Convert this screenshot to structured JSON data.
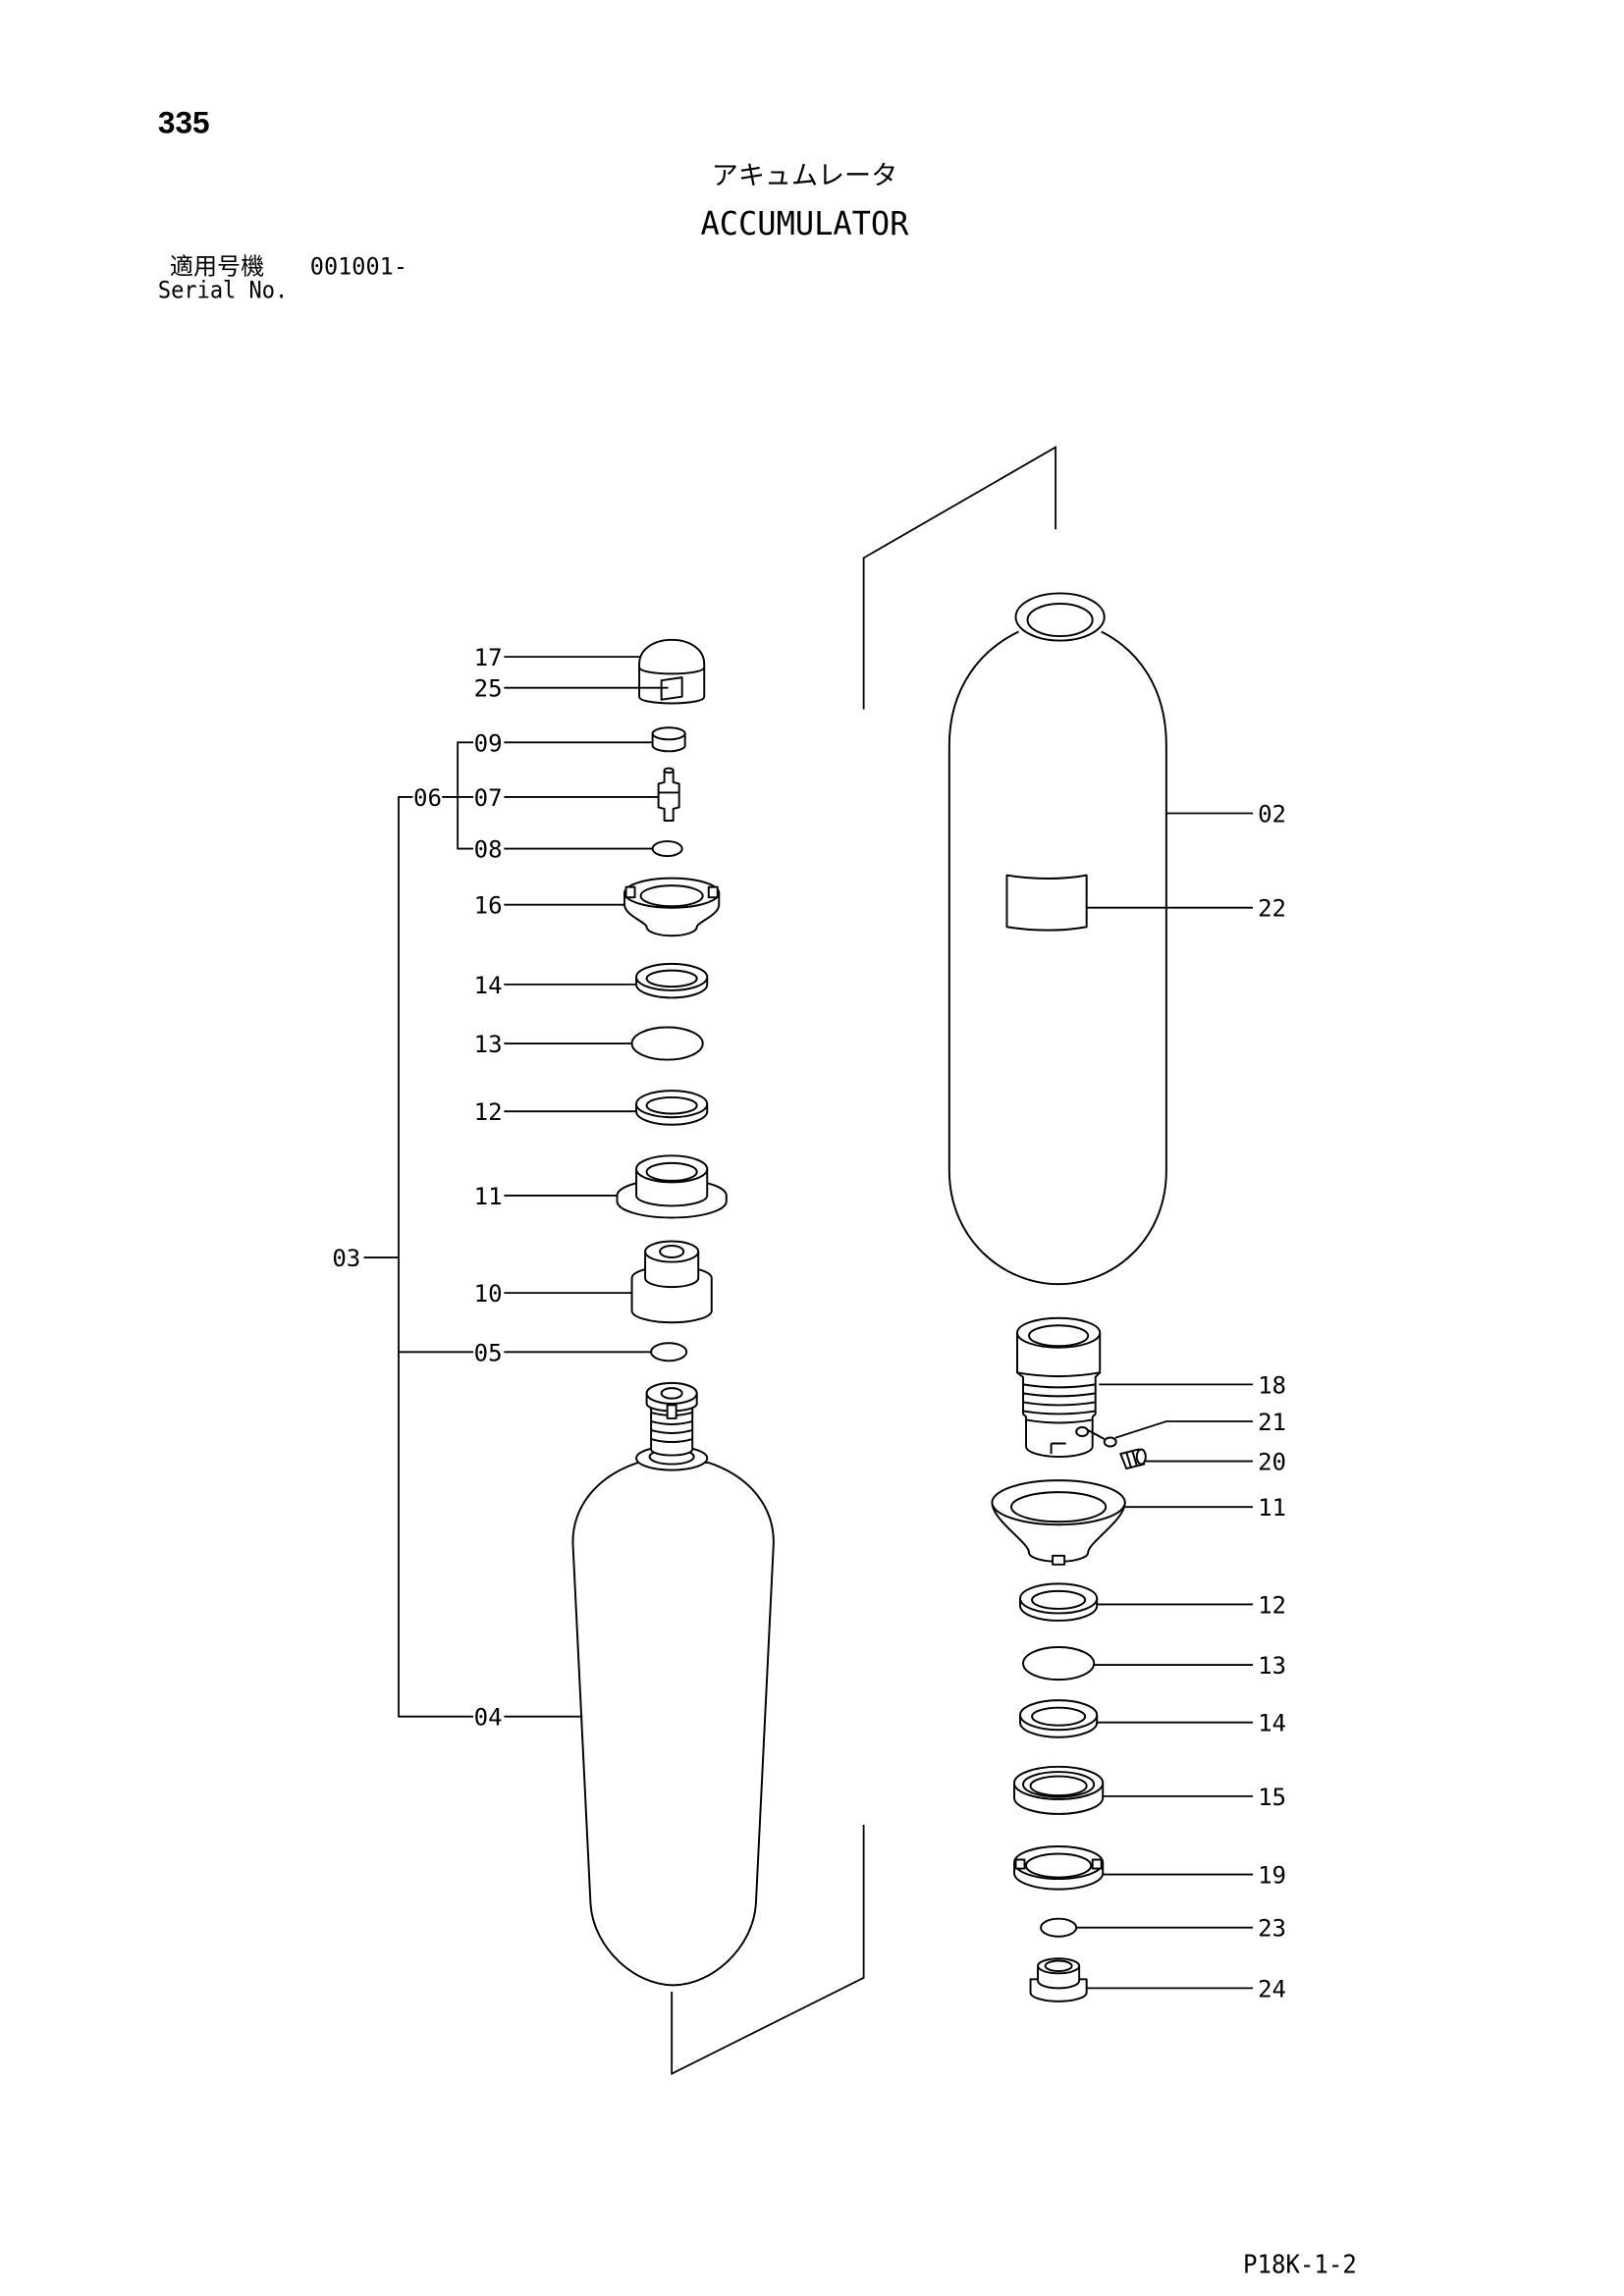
{
  "page_number": "335",
  "title_ja": "アキュムレータ",
  "title_en": "ACCUMULATOR",
  "applicable_serial": {
    "label_ja": "適用号機",
    "value": "001001-",
    "label_en": "Serial No."
  },
  "drawing_code": "P18K-1-2",
  "callouts": {
    "left": [
      "17",
      "25",
      "09",
      "06",
      "07",
      "08",
      "16",
      "14",
      "13",
      "12",
      "11",
      "03",
      "10",
      "05",
      "04"
    ],
    "right": [
      "02",
      "22",
      "18",
      "21",
      "20",
      "11",
      "12",
      "13",
      "14",
      "15",
      "19",
      "23",
      "24"
    ]
  }
}
